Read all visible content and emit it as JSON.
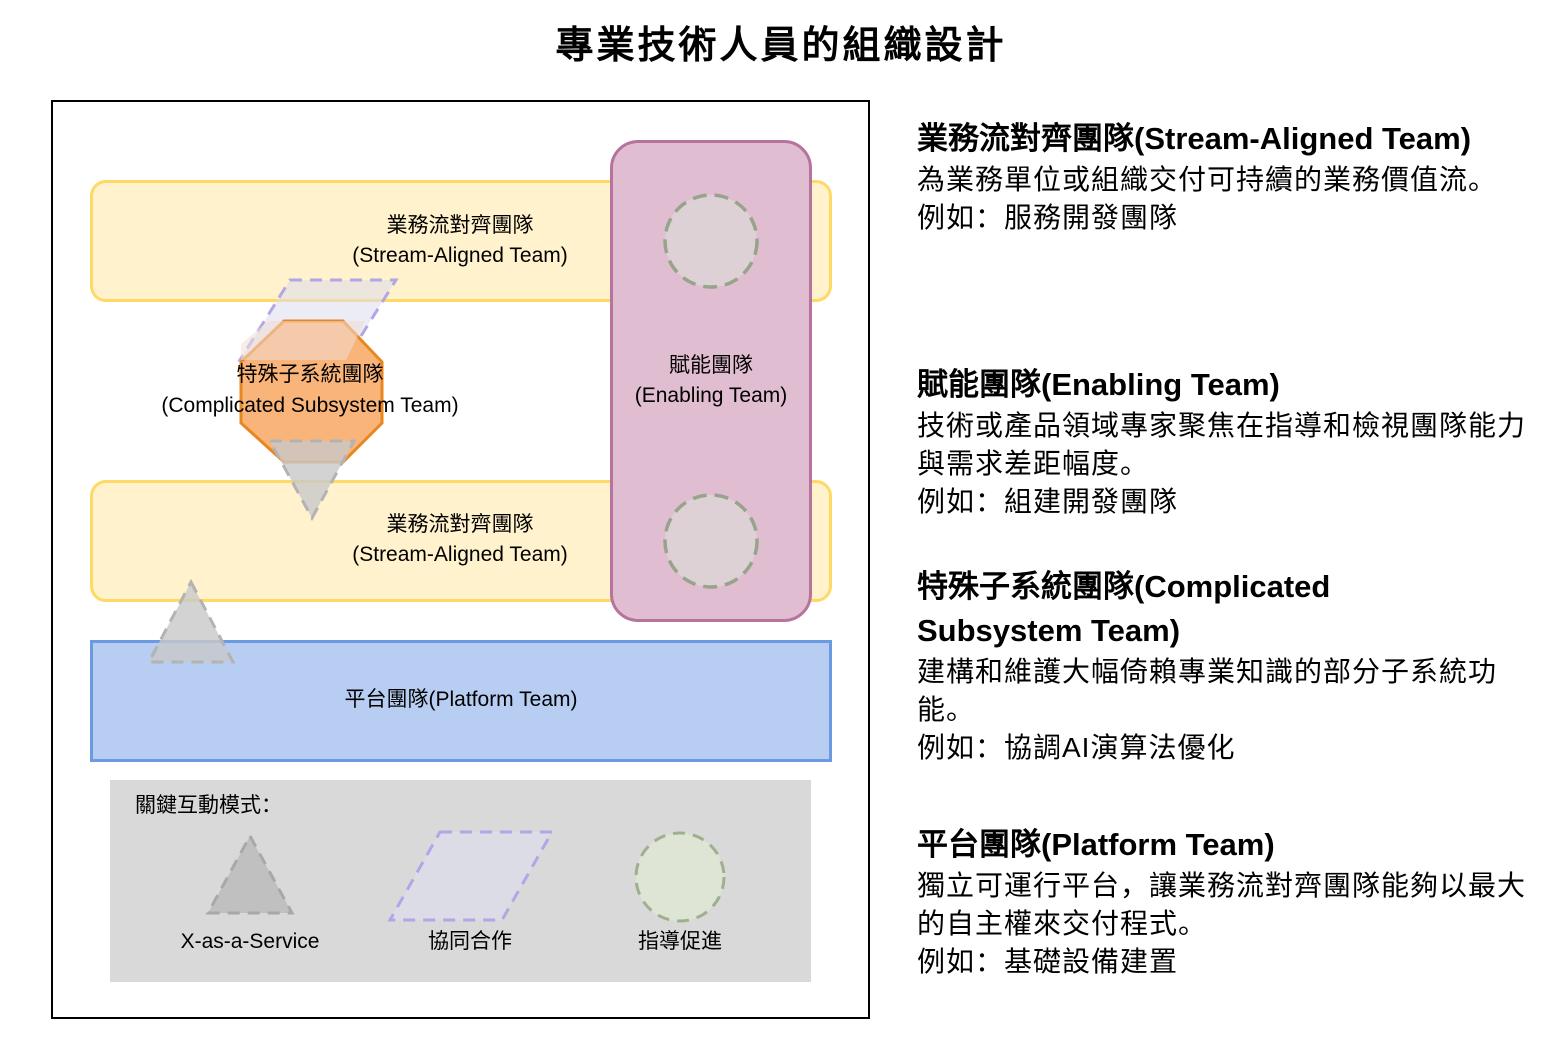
{
  "title": "專業技術人員的組織設計",
  "diagram": {
    "stream_top": {
      "line1": "業務流對齊團隊",
      "line2": "(Stream-Aligned Team)"
    },
    "stream_bottom": {
      "line1": "業務流對齊團隊",
      "line2": "(Stream-Aligned Team)"
    },
    "enabling": {
      "line1": "賦能團隊",
      "line2": "(Enabling Team)"
    },
    "complicated": {
      "line1": "特殊子系統團隊",
      "line2": "(Complicated Subsystem Team)"
    },
    "platform": {
      "label": "平台團隊(Platform Team)"
    },
    "legend": {
      "heading": "關鍵互動模式：",
      "items": [
        {
          "label": "X-as-a-Service",
          "icon": "triangle-icon"
        },
        {
          "label": "協同合作",
          "icon": "parallelogram-icon"
        },
        {
          "label": "指導促進",
          "icon": "circle-icon"
        }
      ]
    },
    "colors": {
      "stream_fill": "#fff2cc",
      "stream_stroke": "#ffd966",
      "enabling_fill": "#e1bdd1",
      "enabling_stroke": "#b5739d",
      "platform_fill": "#b7cdf2",
      "platform_stroke": "#6c9ae0",
      "complicated_fill": "#f9b47a",
      "complicated_stroke": "#e8861f",
      "legend_fill": "#d9d9d9"
    }
  },
  "sidebar": {
    "sections": [
      {
        "title": "業務流對齊團隊(Stream-Aligned Team)",
        "desc": "為業務單位或組織交付可持續的業務價值流。",
        "example": "例如：服務開發團隊"
      },
      {
        "title": "賦能團隊(Enabling Team)",
        "desc": "技術或產品領域專家聚焦在指導和檢視團隊能力與需求差距幅度。",
        "example": "例如：組建開發團隊"
      },
      {
        "title": "特殊子系統團隊(Complicated Subsystem Team)",
        "desc": "建構和維護大幅倚賴專業知識的部分子系統功能。",
        "example": "例如：協調AI演算法優化"
      },
      {
        "title": "平台團隊(Platform Team)",
        "desc": "獨立可運行平台，讓業務流對齊團隊能夠以最大的自主權來交付程式。",
        "example": "例如：基礎設備建置"
      }
    ]
  }
}
